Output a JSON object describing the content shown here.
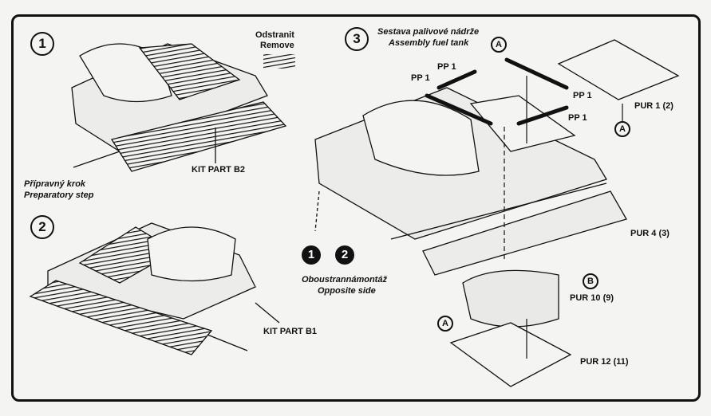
{
  "steps": {
    "step1": {
      "number": "1",
      "title_cz": "Přípravný krok",
      "title_en": "Preparatory step",
      "part_label": "KIT PART B2"
    },
    "step2": {
      "number": "2",
      "part_label": "KIT PART B1"
    },
    "step3": {
      "number": "3",
      "title_cz": "Sestava palivové nádrže",
      "title_en": "Assembly fuel tank"
    }
  },
  "legend": {
    "remove_cz": "Odstranit",
    "remove_en": "Remove"
  },
  "opposite": {
    "from": "1",
    "to": "2",
    "text_cz": "Oboustrannámontáž",
    "text_en": "Opposite side"
  },
  "parts": {
    "pp1": "PP 1",
    "pur1": "PUR 1 (2)",
    "pur4": "PUR 4 (3)",
    "pur10": "PUR 10 (9)",
    "pur12": "PUR 12 (11)"
  },
  "markers": {
    "a": "A",
    "b": "B"
  }
}
